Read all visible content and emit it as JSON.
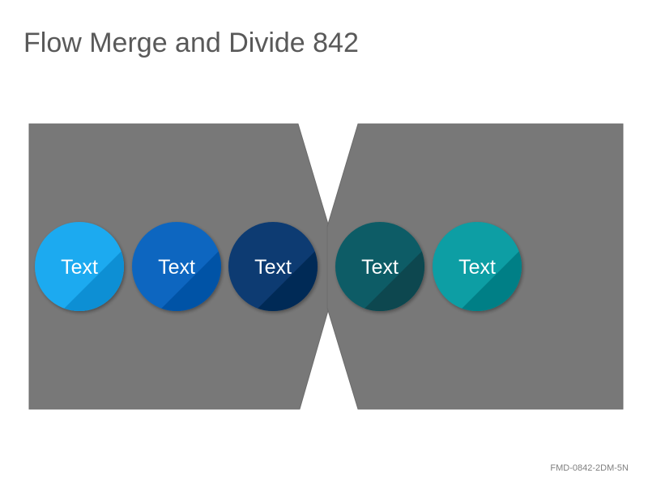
{
  "title": "Flow Merge and Divide 842",
  "footer_code": "FMD-0842-2DM-5N",
  "colors": {
    "shape_fill": "#787878",
    "shape_stroke": "#6b6b6b"
  },
  "circles": [
    {
      "label": "Text",
      "color_light": "#1aaaf0",
      "color_dark": "#0b8fd4"
    },
    {
      "label": "Text",
      "color_light": "#0a66c0",
      "color_dark": "#0553a6"
    },
    {
      "label": "Text",
      "color_light": "#0b3a72",
      "color_dark": "#062a56"
    },
    {
      "label": "Text",
      "color_light": "#0b5c66",
      "color_dark": "#074750"
    },
    {
      "label": "Text",
      "color_light": "#089ea4",
      "color_dark": "#067f86"
    }
  ]
}
